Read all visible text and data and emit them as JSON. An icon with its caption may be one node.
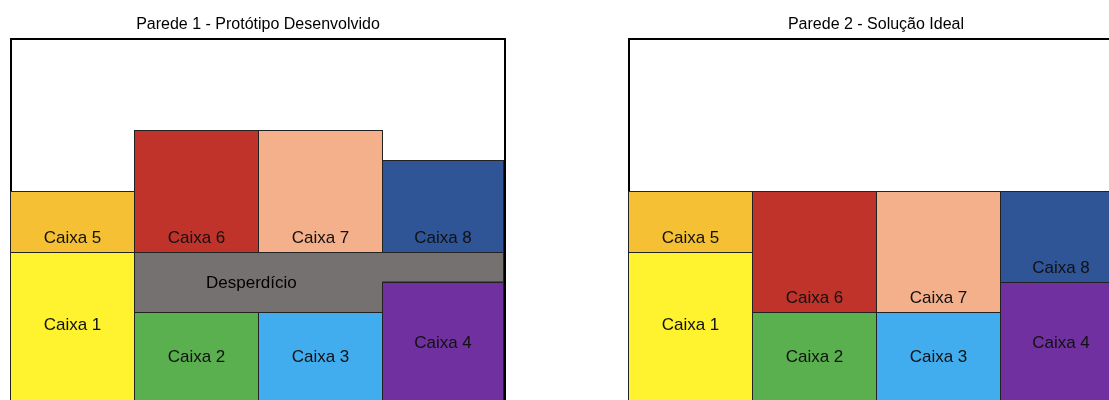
{
  "diagram": {
    "nodes": [
      {
        "text": [
          "Parede 1 - Protótipo Desenvolvido"
        ]
      },
      {
        "text": [
          "Caixa 5"
        ],
        "in": 0
      },
      {
        "text": [
          "Caixa 6"
        ],
        "in": 0
      },
      {
        "text": [
          "Caixa 7"
        ],
        "in": 0
      },
      {
        "text": [
          "Caixa 8"
        ],
        "in": 0
      },
      {
        "text": [
          "Desperdício"
        ],
        "in": 0
      },
      {
        "text": [
          "Caixa 1"
        ],
        "in": 0
      },
      {
        "text": [
          "Caixa 2"
        ],
        "in": 0
      },
      {
        "text": [
          "Caixa 3"
        ],
        "in": 0
      },
      {
        "text": [
          "Caixa 4"
        ],
        "in": 0
      },
      {
        "text": [
          "Parede 2 - Solução Ideal"
        ]
      },
      {
        "text": [
          "Caixa 5"
        ],
        "in": 10
      },
      {
        "text": [
          "Caixa 6"
        ],
        "in": 10
      },
      {
        "text": [
          "Caixa 7"
        ],
        "in": 10
      },
      {
        "text": [
          "Caixa 8"
        ],
        "in": 10
      },
      {
        "text": [
          "Caixa 1"
        ],
        "in": 10
      },
      {
        "text": [
          "Caixa 2"
        ],
        "in": 10
      },
      {
        "text": [
          "Caixa 3"
        ],
        "in": 10
      },
      {
        "text": [
          "Caixa 4"
        ],
        "in": 10
      }
    ]
  }
}
